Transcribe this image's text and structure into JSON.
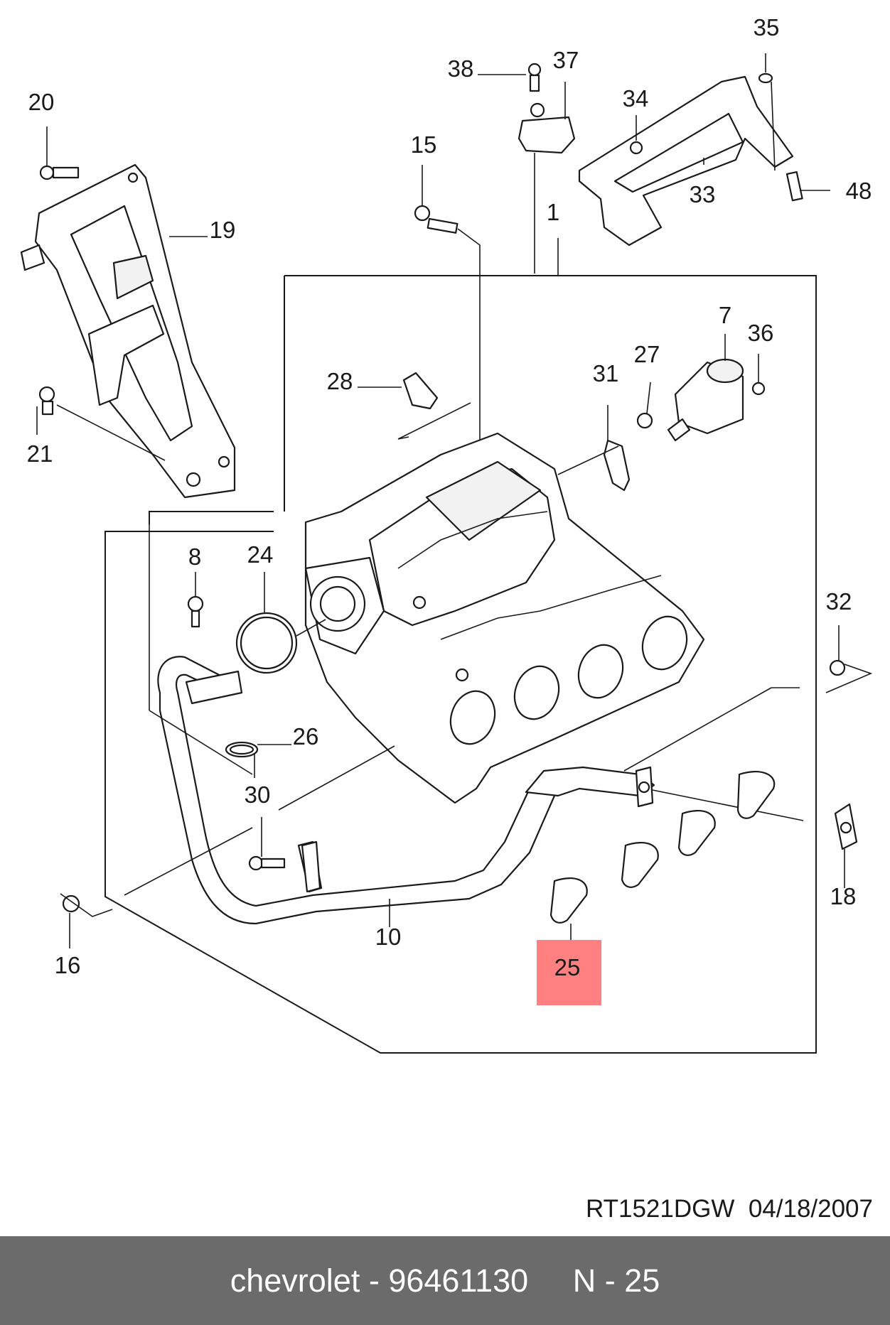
{
  "diagram": {
    "callouts": [
      {
        "id": "20",
        "label": "20"
      },
      {
        "id": "19",
        "label": "19"
      },
      {
        "id": "21",
        "label": "21"
      },
      {
        "id": "38",
        "label": "38"
      },
      {
        "id": "37",
        "label": "37"
      },
      {
        "id": "15",
        "label": "15"
      },
      {
        "id": "1",
        "label": "1"
      },
      {
        "id": "35",
        "label": "35"
      },
      {
        "id": "34",
        "label": "34"
      },
      {
        "id": "33",
        "label": "33"
      },
      {
        "id": "48",
        "label": "48"
      },
      {
        "id": "7",
        "label": "7"
      },
      {
        "id": "36",
        "label": "36"
      },
      {
        "id": "27",
        "label": "27"
      },
      {
        "id": "31",
        "label": "31"
      },
      {
        "id": "28",
        "label": "28"
      },
      {
        "id": "8",
        "label": "8"
      },
      {
        "id": "24",
        "label": "24"
      },
      {
        "id": "26",
        "label": "26"
      },
      {
        "id": "30",
        "label": "30"
      },
      {
        "id": "32",
        "label": "32"
      },
      {
        "id": "18",
        "label": "18"
      },
      {
        "id": "16",
        "label": "16"
      },
      {
        "id": "10",
        "label": "10"
      },
      {
        "id": "25",
        "label": "25"
      }
    ],
    "highlighted_callout": "25",
    "highlight_color": "#ff8080"
  },
  "drawing_code": "RT1521DGW  04/18/2007",
  "footer": {
    "text": "chevrolet - 96461130     N - 25",
    "background": "#6b6b6b",
    "text_color": "#ffffff"
  }
}
